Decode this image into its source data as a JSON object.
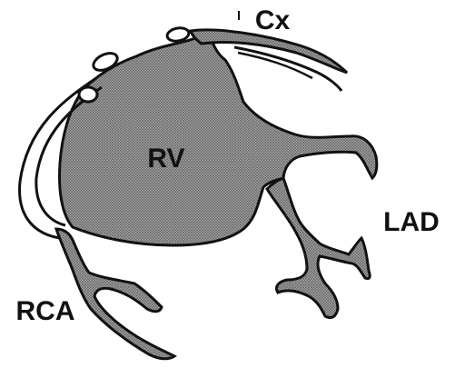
{
  "diagram": {
    "labels": {
      "rv": "RV",
      "cx": "Cx",
      "lad": "LAD",
      "rca": "RCA"
    },
    "colors": {
      "ink": "#111111",
      "fill_dark": "#8a8a8a",
      "fill_stipple": "#5a5a5a",
      "background": "#ffffff"
    }
  }
}
